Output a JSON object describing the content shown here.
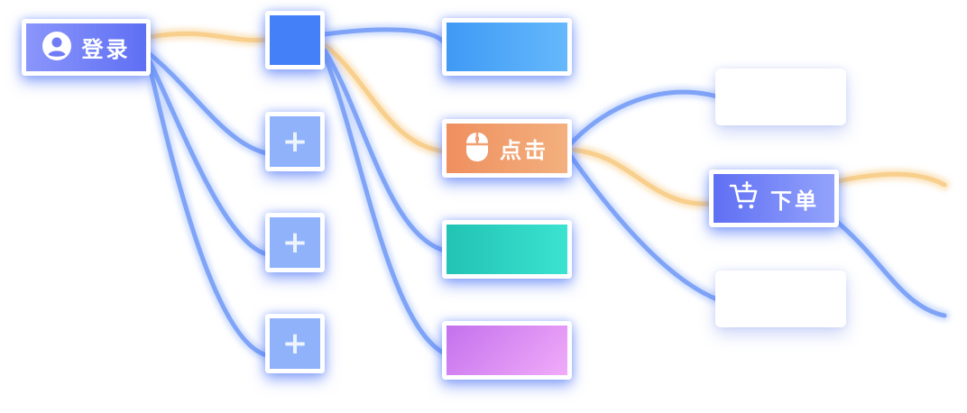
{
  "nodes": {
    "login": {
      "label": "登录",
      "icon": "user-circle-icon"
    },
    "click": {
      "label": "点击",
      "icon": "mouse-icon"
    },
    "order": {
      "label": "下单",
      "icon": "shopping-cart-icon"
    },
    "add": {
      "symbol": "+"
    }
  },
  "colors": {
    "login_gradient": [
      "#8a96fb",
      "#5f6ff3"
    ],
    "blue_square": "#4480f7",
    "add_tile": "#8fb2fa",
    "blue_card": [
      "#3f9af5",
      "#65b8fb"
    ],
    "click_gradient": [
      "#ef8f5f",
      "#f3b07e"
    ],
    "teal_card": [
      "#22c3b4",
      "#3be3d0"
    ],
    "purple_card": [
      "#c471ed",
      "#f1abf9"
    ],
    "order_gradient": [
      "#5f6ff3",
      "#93a3fb"
    ],
    "link_blue": "#7fa4f7",
    "link_orange": "#f8cf8c"
  }
}
